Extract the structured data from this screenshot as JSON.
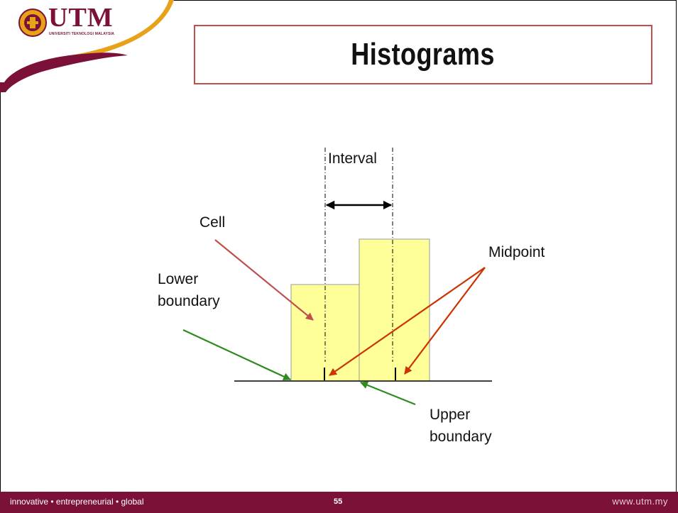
{
  "brand": {
    "logo_text": "UTM",
    "logo_subtext": "UNIVERSITI TEKNOLOGI MALAYSIA",
    "colors": {
      "maroon": "#7b1038",
      "gold": "#e8a21a",
      "title_border": "#c0504d"
    }
  },
  "slide": {
    "title": "Histograms"
  },
  "diagram": {
    "labels": {
      "interval": "Interval",
      "cell": "Cell",
      "midpoint": "Midpoint",
      "lower_line1": "Lower",
      "lower_line2": "boundary",
      "upper_line1": "Upper",
      "upper_line2": "boundary"
    },
    "colors": {
      "bar_fill": "#ffff99",
      "bar_stroke": "#999999",
      "cell_arrow": "#c0504d",
      "midpoint_arrow": "#cc3300",
      "boundary_arrow": "#2e8b1e"
    }
  },
  "footer": {
    "tagline": "innovative • entrepreneurial • global",
    "page_number": "55",
    "url": "www.utm.my"
  }
}
